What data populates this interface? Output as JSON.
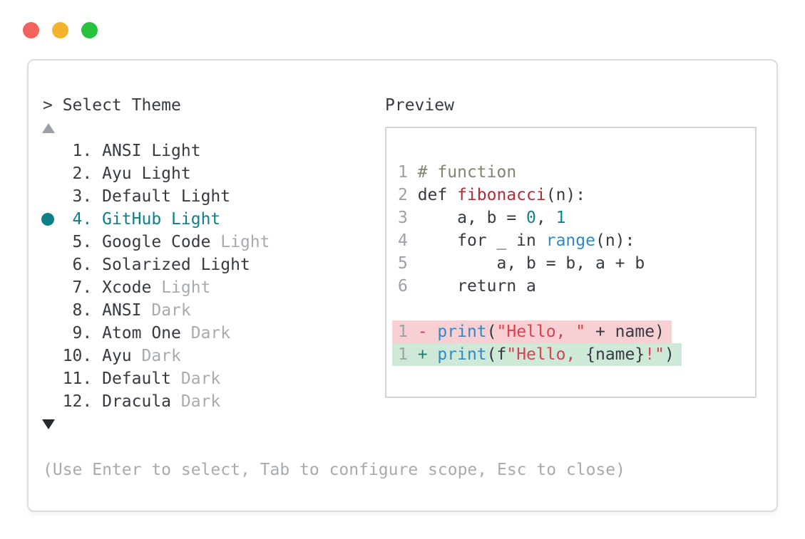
{
  "window": {
    "traffic_lights": [
      {
        "name": "close",
        "color": "#f4625e"
      },
      {
        "name": "minimize",
        "color": "#f3b32c"
      },
      {
        "name": "maximize",
        "color": "#27c340"
      }
    ]
  },
  "picker": {
    "prompt_caret": ">",
    "title": "Select Theme",
    "hint": "(Use Enter to select, Tab to configure scope, Esc to close)",
    "icons": {
      "scroll_up": "triangle-up",
      "scroll_down": "triangle-down",
      "selected_indicator": "filled-circle"
    },
    "items": [
      {
        "number": 1,
        "selected": false,
        "parts": [
          {
            "text": "ANSI Light",
            "muted": false
          }
        ]
      },
      {
        "number": 2,
        "selected": false,
        "parts": [
          {
            "text": "Ayu Light",
            "muted": false
          }
        ]
      },
      {
        "number": 3,
        "selected": false,
        "parts": [
          {
            "text": "Default Light",
            "muted": false
          }
        ]
      },
      {
        "number": 4,
        "selected": true,
        "parts": [
          {
            "text": "GitHub Light",
            "muted": false
          }
        ]
      },
      {
        "number": 5,
        "selected": false,
        "parts": [
          {
            "text": "Google Code ",
            "muted": false
          },
          {
            "text": "Light",
            "muted": true
          }
        ]
      },
      {
        "number": 6,
        "selected": false,
        "parts": [
          {
            "text": "Solarized Light",
            "muted": false
          }
        ]
      },
      {
        "number": 7,
        "selected": false,
        "parts": [
          {
            "text": "Xcode ",
            "muted": false
          },
          {
            "text": "Light",
            "muted": true
          }
        ]
      },
      {
        "number": 8,
        "selected": false,
        "parts": [
          {
            "text": "ANSI ",
            "muted": false
          },
          {
            "text": "Dark",
            "muted": true
          }
        ]
      },
      {
        "number": 9,
        "selected": false,
        "parts": [
          {
            "text": "Atom One ",
            "muted": false
          },
          {
            "text": "Dark",
            "muted": true
          }
        ]
      },
      {
        "number": 10,
        "selected": false,
        "parts": [
          {
            "text": "Ayu ",
            "muted": false
          },
          {
            "text": "Dark",
            "muted": true
          }
        ]
      },
      {
        "number": 11,
        "selected": false,
        "parts": [
          {
            "text": "Default ",
            "muted": false
          },
          {
            "text": "Dark",
            "muted": true
          }
        ]
      },
      {
        "number": 12,
        "selected": false,
        "parts": [
          {
            "text": "Dracula ",
            "muted": false
          },
          {
            "text": "Dark",
            "muted": true
          }
        ]
      }
    ]
  },
  "preview": {
    "label": "Preview",
    "code_lines": [
      {
        "num": "1",
        "tokens": [
          [
            "# function",
            "comment"
          ]
        ]
      },
      {
        "num": "2",
        "tokens": [
          [
            "def ",
            "plain"
          ],
          [
            "fibonacci",
            "func"
          ],
          [
            "(n):",
            "plain"
          ]
        ]
      },
      {
        "num": "3",
        "tokens": [
          [
            "    a, b = ",
            "plain"
          ],
          [
            "0",
            "number"
          ],
          [
            ", ",
            "plain"
          ],
          [
            "1",
            "number"
          ]
        ]
      },
      {
        "num": "4",
        "tokens": [
          [
            "    for _ in ",
            "plain"
          ],
          [
            "range",
            "call"
          ],
          [
            "(n):",
            "plain"
          ]
        ]
      },
      {
        "num": "5",
        "tokens": [
          [
            "        a, b = b, a + b",
            "plain"
          ]
        ]
      },
      {
        "num": "6",
        "tokens": [
          [
            "    return a",
            "plain"
          ]
        ]
      }
    ],
    "diff_lines": [
      {
        "num": "1",
        "kind": "removed",
        "tokens": [
          [
            "- ",
            "minus"
          ],
          [
            "print",
            "call"
          ],
          [
            "(",
            "plain"
          ],
          [
            "\"Hello, \"",
            "string"
          ],
          [
            " + name)",
            "plain"
          ]
        ]
      },
      {
        "num": "1",
        "kind": "added",
        "tokens": [
          [
            "+ ",
            "plus"
          ],
          [
            "print",
            "call"
          ],
          [
            "(f",
            "plain"
          ],
          [
            "\"Hello, ",
            "string"
          ],
          [
            "{name}",
            "plain"
          ],
          [
            "!\"",
            "string"
          ],
          [
            ")",
            "plain"
          ]
        ]
      }
    ]
  },
  "colors": {
    "bg": "#ffffff",
    "panel_border": "#dcdddf",
    "text_dark": "#353b41",
    "text_muted": "#a6abb0",
    "selected_teal": "#0e7f87",
    "comment_green": "#7d8671",
    "function_red": "#a93238",
    "number_teal": "#15808a",
    "call_blue": "#2e8ac6",
    "string_red": "#da4152",
    "diff_minus_red": "#ce3d4c",
    "diff_plus_green": "#1b7e71",
    "removed_bg": "#f8cfd3",
    "added_bg": "#cfe9d9",
    "line_number_gray": "#9ba1a6",
    "traffic_red": "#f4625e",
    "traffic_yellow": "#f3b32c",
    "traffic_green": "#27c340",
    "scroll_up_gray": "#9aa0a6",
    "scroll_down_dark": "#24292e"
  }
}
